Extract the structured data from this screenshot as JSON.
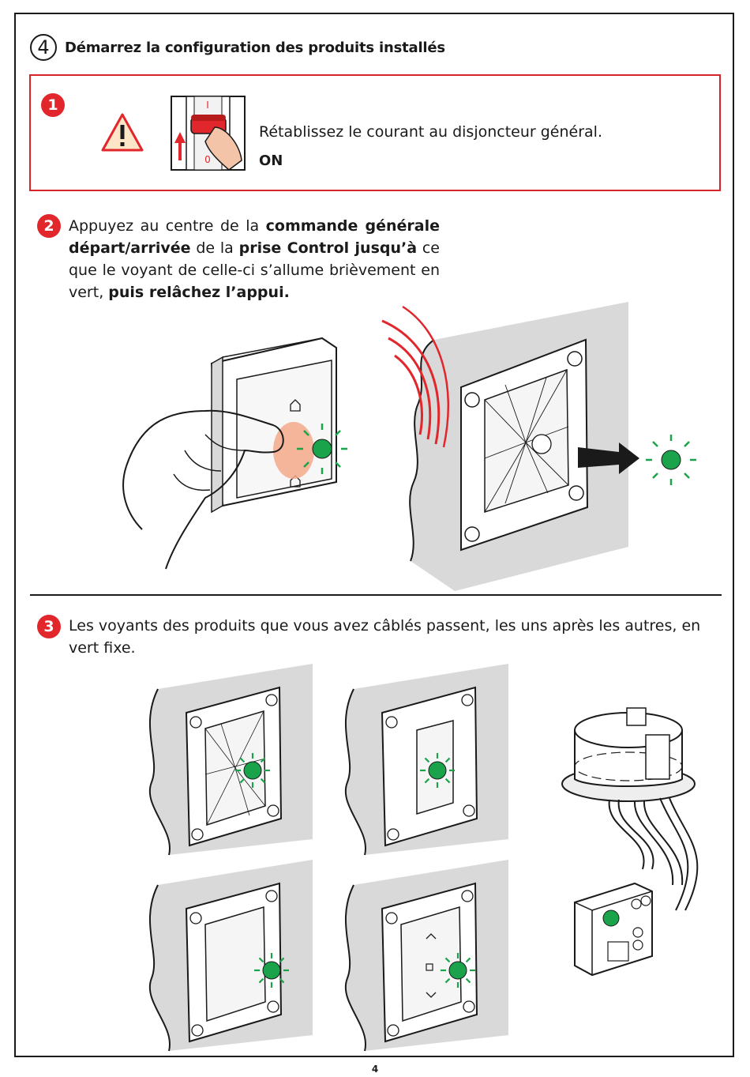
{
  "header": {
    "step_number": "4",
    "title": "Démarrez la configuration des produits installés"
  },
  "step1": {
    "badge": "1",
    "instruction": "Rétablissez le courant au disjoncteur général.",
    "state": "ON",
    "breaker_top_mark": "I",
    "breaker_bottom_mark": "0"
  },
  "step2": {
    "badge": "2",
    "parts": [
      {
        "text": "Appuyez au centre de la ",
        "bold": false
      },
      {
        "text": "commande générale départ/arrivée",
        "bold": true
      },
      {
        "text": " de la ",
        "bold": false
      },
      {
        "text": "prise Control jusqu’à",
        "bold": true
      },
      {
        "text": " ce que le voyant de celle-ci s’allume brièvement en vert, ",
        "bold": false
      },
      {
        "text": "puis relâchez l’appui.",
        "bold": true
      }
    ]
  },
  "step3": {
    "badge": "3",
    "text": "Les voyants des produits que vous avez câblés passent, les uns après les autres, en vert fixe."
  },
  "footer": {
    "page_number": "4"
  },
  "colors": {
    "accent_red": "#e1262c",
    "led_green": "#1aa34a",
    "wall_grey": "#d9d9d9",
    "text": "#1a1a1a"
  }
}
